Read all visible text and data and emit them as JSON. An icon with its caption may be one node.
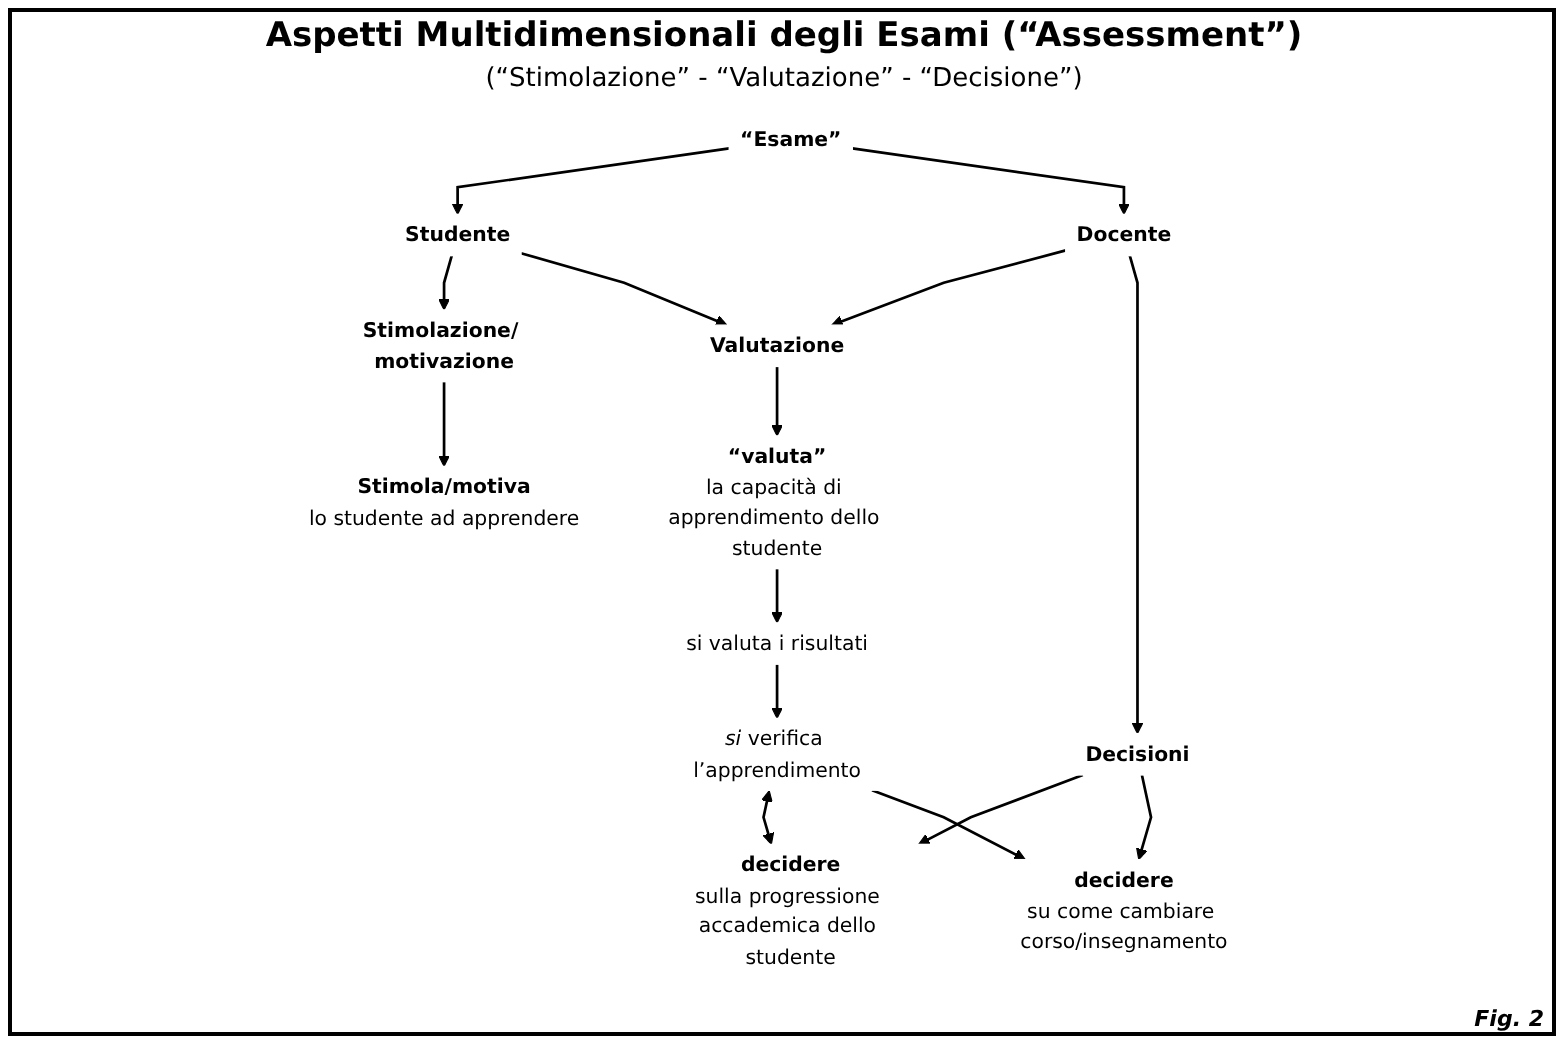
{
  "diagram": {
    "title": "Aspetti Multidimensionali degli Esami (“Assessment”)",
    "nodes": [
      {
        "text": [
          "“Esame”"
        ]
      },
      {
        "text": [
          "Studente"
        ]
      },
      {
        "text": [
          "Docente"
        ]
      },
      {
        "text": [
          "Stimolazione/ motivazione"
        ]
      },
      {
        "text": [
          "Valutazione"
        ]
      },
      {
        "text": [
          "Decisioni"
        ]
      },
      {
        "text": [
          "Stimola/motiva",
          "lo studente ad apprendere"
        ]
      },
      {
        "text": [
          "“valuta”",
          "la capacità di apprendimento dello studente"
        ]
      },
      {
        "text": [
          "decidere",
          "sulla progressione accademica dello studente"
        ]
      },
      {
        "text": [
          "decidere",
          "su come cambiare corso/insegnamento"
        ]
      },
      {
        "text": [
          "si valuta i risultati"
        ]
      },
      {
        "text": [
          "*si* verifica l’apprendimento"
        ]
      }
    ],
    "edges": [
      {
        "from": 0,
        "to": 1,
        "arrow": "to"
      },
      {
        "from": 0,
        "to": 2,
        "arrow": "to"
      },
      {
        "from": 1,
        "to": 3,
        "arrow": "to"
      },
      {
        "from": 1,
        "to": 4,
        "arrow": "to"
      },
      {
        "from": 2,
        "to": 4,
        "arrow": "to"
      },
      {
        "from": 2,
        "to": 5,
        "arrow": "to"
      },
      {
        "from": 3,
        "to": 6,
        "arrow": "to"
      },
      {
        "from": 4,
        "to": 7,
        "arrow": "to"
      },
      {
        "from": 5,
        "to": 8,
        "arrow": "to"
      },
      {
        "from": 5,
        "to": 9,
        "arrow": "to"
      },
      {
        "from": 7,
        "to": 10,
        "arrow": "to"
      },
      {
        "from": 10,
        "to": 11,
        "arrow": "to"
      },
      {
        "from": 11,
        "to": 8,
        "arrow": "both"
      },
      {
        "from": 11,
        "to": 9,
        "arrow": "to"
      }
    ],
    "labels": [
      "(“Stimolazione” - “Valutazione” - “Decisione”)",
      "Fig. 2"
    ]
  }
}
